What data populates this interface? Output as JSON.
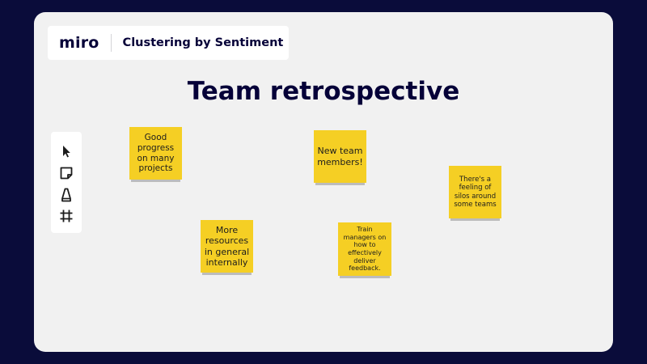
{
  "app": {
    "logo_text": "miro",
    "board_name": "Clustering by Sentiment"
  },
  "board": {
    "title": "Team retrospective"
  },
  "toolbar": {
    "tools": [
      "select-cursor-icon",
      "sticky-note-icon",
      "pen-icon",
      "frame-icon"
    ]
  },
  "sticky_notes": [
    {
      "text": "Good progress on many projects"
    },
    {
      "text": "New team members!"
    },
    {
      "text": "There's a feeling of silos around some teams"
    },
    {
      "text": "More resources in general internally"
    },
    {
      "text": "Train managers on how to effectively deliver feedback."
    }
  ],
  "colors": {
    "background": "#0a0c3a",
    "board": "#f1f1f1",
    "sticky_yellow": "#f5cf24",
    "ink": "#050038"
  }
}
